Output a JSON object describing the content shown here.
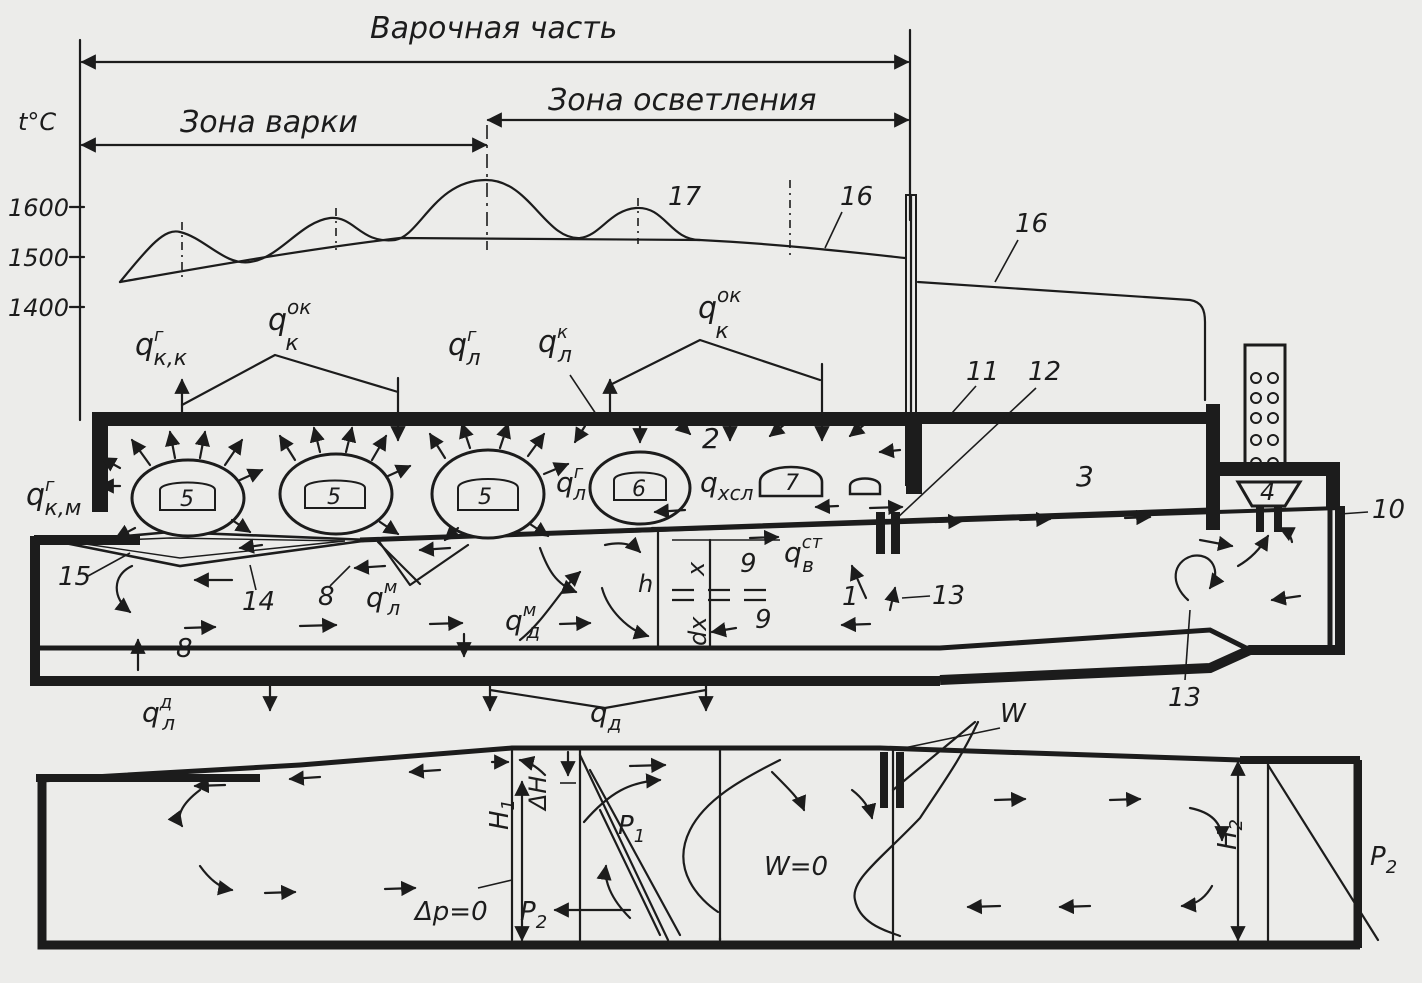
{
  "headers": {
    "melting_part": "Варочная часть",
    "melting_zone": "Зона варки",
    "fining_zone": "Зона осветления"
  },
  "temperature_axis": {
    "unit": "t°C",
    "ticks": [
      "1600",
      "1500",
      "1400"
    ]
  },
  "curve_labels": {
    "c17": "17",
    "c16a": "16",
    "c16b": "16"
  },
  "numbers": {
    "n2": "2",
    "n3": "3",
    "n4": "4",
    "burner_a": "5",
    "burner_b": "5",
    "burner_c": "5",
    "burner_d": "6",
    "burner_e": "7",
    "n11": "11",
    "n12": "12",
    "n10": "10",
    "n15": "15",
    "n14": "14",
    "n8a": "8",
    "n8b": "8",
    "n9a": "9",
    "n9b": "9",
    "n1": "1",
    "n13a": "13",
    "n13b": "13"
  },
  "heat_flows": {
    "q_kk": {
      "base": "q",
      "sup": "г",
      "sub": "к,к"
    },
    "q_ok1": {
      "base": "q",
      "sup": "ок",
      "sub": "к"
    },
    "q_lg1": {
      "base": "q",
      "sup": "г",
      "sub": "л"
    },
    "q_lk": {
      "base": "q",
      "sup": "к",
      "sub": "л"
    },
    "q_ok2": {
      "base": "q",
      "sup": "ок",
      "sub": "к"
    },
    "q_km": {
      "base": "q",
      "sup": "г",
      "sub": "к,м"
    },
    "q_lg2": {
      "base": "q",
      "sup": "г",
      "sub": "л"
    },
    "q_xsl": {
      "base": "q",
      "sup": "",
      "sub": "хсл"
    },
    "q_vst": {
      "base": "q",
      "sup": "ст",
      "sub": "в"
    },
    "q_lm": {
      "base": "q",
      "sup": "м",
      "sub": "л"
    },
    "q_dm": {
      "base": "q",
      "sup": "м",
      "sub": "д"
    },
    "q_ld": {
      "base": "q",
      "sup": "д",
      "sub": "л"
    },
    "q_d": {
      "base": "q",
      "sup": "",
      "sub": "д"
    }
  },
  "depth_labels": {
    "h": "h",
    "x": "x",
    "dx": "dx"
  },
  "lower_section": {
    "H1": "H",
    "H1_sub": "1",
    "dH": "ΔH",
    "P1": "P",
    "P1_sub": "1",
    "P2": "P",
    "P2_sub": "2",
    "dp0": "Δp=0",
    "W": "W",
    "W0": "W=0",
    "H2": "H",
    "H2_sub": "2",
    "P2r": "P",
    "P2r_sub": "2"
  }
}
